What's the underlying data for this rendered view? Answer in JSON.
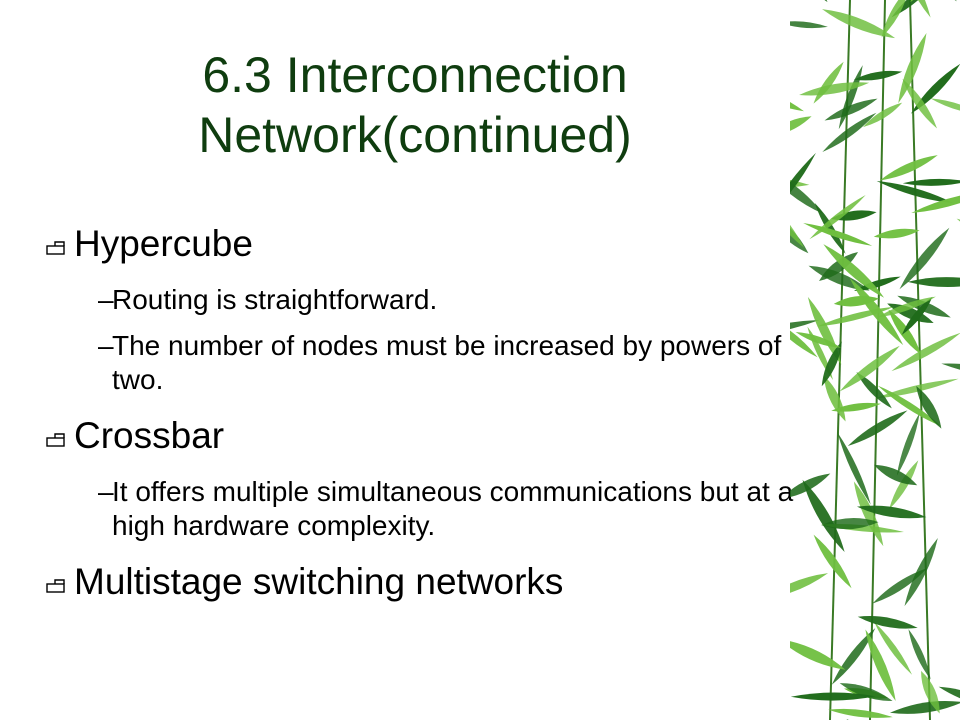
{
  "slide": {
    "title_line1": "6.3 Interconnection",
    "title_line2": "Network(continued)",
    "bullets": [
      {
        "text": "Hypercube",
        "subs": [
          "Routing is straightforward.",
          "The number of nodes must be increased by powers of two."
        ]
      },
      {
        "text": "Crossbar",
        "subs": [
          "It offers multiple simultaneous communications but at a high hardware complexity."
        ]
      },
      {
        "text": "Multistage switching networks",
        "subs": []
      }
    ],
    "dash": "–"
  },
  "colors": {
    "title": "#0f3d0f",
    "bamboo_dark": "#1f6b1a",
    "bamboo_light": "#6fbf3f"
  },
  "icons": {
    "bullet_marker": "folder-tab-bullet-icon",
    "decoration": "bamboo-leaves-decoration"
  }
}
